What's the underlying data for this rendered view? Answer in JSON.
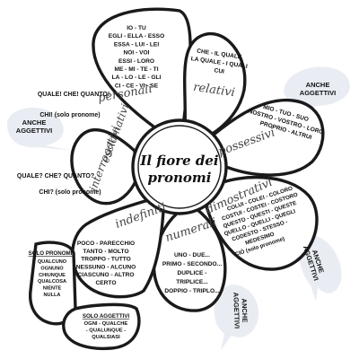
{
  "center": {
    "line1": "Il fiore dei",
    "line2": "pronomi"
  },
  "personali": {
    "label": "personali",
    "lines": [
      "IO - TU",
      "EGLI - ELLA - ESSO",
      "ESSA - LUI - LEI",
      "NOI - VOI",
      "ESSI - LORO",
      "ME - MI - TE - TI",
      "LA - LO - LE - GLI",
      "CI - CE - VI - SE"
    ]
  },
  "relativi": {
    "label": "relativi",
    "lines": [
      "CHE - IL QUALE",
      "LA QUALE - I QUALI",
      "CUI"
    ]
  },
  "possessivi": {
    "label": "possessivi",
    "lines": [
      "MIO - TUO - SUO",
      "NOSTRO - VOSTRO - LORO",
      "PROPRIO - ALTRUI"
    ],
    "bubble": [
      "ANCHE",
      "AGGETTIVI"
    ]
  },
  "esclamativi": {
    "label_top": "esclamativi",
    "label_bottom": "interrogativi",
    "excl_lines": [
      "QUALE! CHE! QUANTO!",
      "CHI! (solo pronome)"
    ],
    "int_lines": [
      "QUALE? CHE? QUANTO?",
      "CHI? (solo pronome)"
    ],
    "bubble": [
      "ANCHE",
      "AGGETTIVI"
    ]
  },
  "dimostrativi": {
    "label": "dimostrativi",
    "lines": [
      "COLUI - COLEI - COLORO",
      "COSTUI - COSTEI - COSTORO",
      "QUESTO - QUESTI - QUESTE",
      "QUELLO - QUELLI - QUEGLI",
      "CODESTO - STESSO -",
      "MEDESIMO",
      "CIÒ (solo pronome)"
    ],
    "bubble": [
      "ANCHE",
      "AGGETTIVI"
    ]
  },
  "numerali": {
    "label": "numerali",
    "lines": [
      "UNO - DUE...",
      "PRIMO - SECONDO...",
      "DUPLICE -",
      "TRIPLICE...",
      "DOPPIO - TRIPLO..."
    ],
    "bubble": [
      "ANCHE",
      "AGGETTIVI"
    ]
  },
  "indefiniti": {
    "label": "indefiniti",
    "lines": [
      "POCO - PARECCHIO",
      "TANTO - MOLTO",
      "TROPPO - TUTTO",
      "NESSUNO - ALCUNO",
      "CIASCUNO - ALTRO",
      "CERTO"
    ],
    "solo_pronomi_title": "SOLO PRONOMI",
    "solo_pronomi": [
      "QUALCUNO",
      "OGNUNO",
      "CHIUNQUE",
      "QUALCOSA",
      "NIENTE",
      "NULLA"
    ],
    "solo_aggettivi_title": "SOLO AGGETTIVI",
    "solo_aggettivi": [
      "OGNI - QUALCHE",
      "- QUALUNQUE -",
      "QUALSIASI"
    ]
  }
}
